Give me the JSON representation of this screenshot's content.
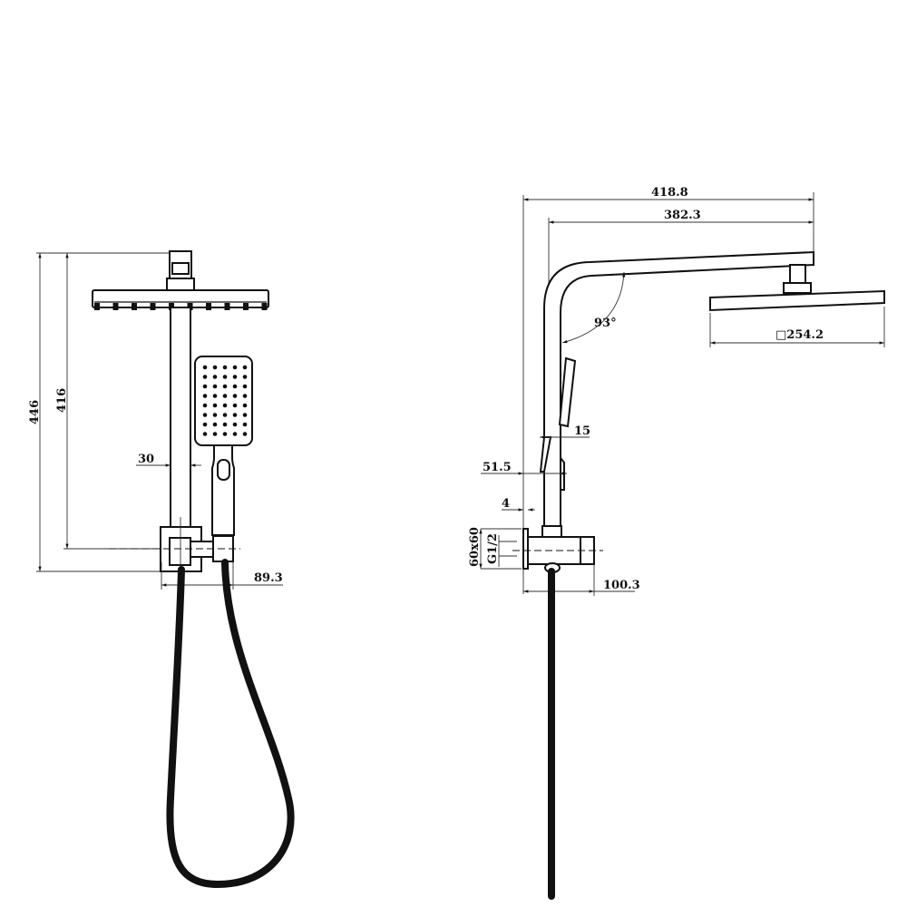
{
  "front_view": {
    "dim_total_height": "446",
    "dim_arm_height": "416",
    "dim_pole_width": "30",
    "dim_bracket_width": "89.3"
  },
  "side_view": {
    "dim_total_reach": "418.8",
    "dim_arm_reach": "382.3",
    "dim_angle": "93°",
    "dim_head_size": "□254.2",
    "dim_handshower_thickness": "15",
    "dim_pole_offset": "51.5",
    "dim_plate_thickness": "4",
    "dim_plate_size": "60x60",
    "dim_thread": "G1/2",
    "dim_outlet_depth": "100.3"
  },
  "colors": {
    "line": "#111111",
    "background": "#ffffff"
  }
}
